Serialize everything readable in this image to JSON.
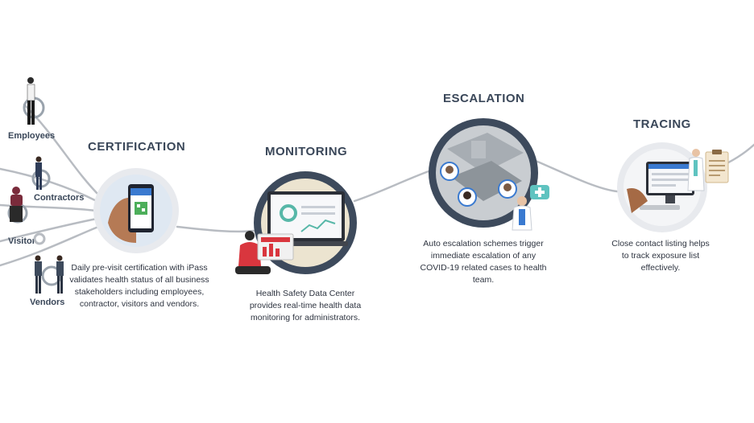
{
  "stakeholders": {
    "employees": "Employees",
    "contractors": "Contractors",
    "visitors": "Visitors",
    "vendors": "Vendors"
  },
  "steps": [
    {
      "title": "CERTIFICATION",
      "description": "Daily pre-visit certification with iPass validates health status of all business stakeholders including employees, contractor, visitors and vendors."
    },
    {
      "title": "MONITORING",
      "description": "Health Safety Data Center provides real-time health data monitoring for administrators."
    },
    {
      "title": "ESCALATION",
      "description": "Auto escalation schemes trigger immediate escalation of any COVID-19 related cases to health team."
    },
    {
      "title": "TRACING",
      "description": "Close contact listing helps to track exposure list effectively."
    }
  ],
  "colors": {
    "heading": "#3a4759",
    "ring_dark": "#3d4a5c",
    "ring_light": "#e8eaee",
    "connector": "#b8bcc2",
    "accent": "#d9363e",
    "teal": "#5fc3c0"
  }
}
